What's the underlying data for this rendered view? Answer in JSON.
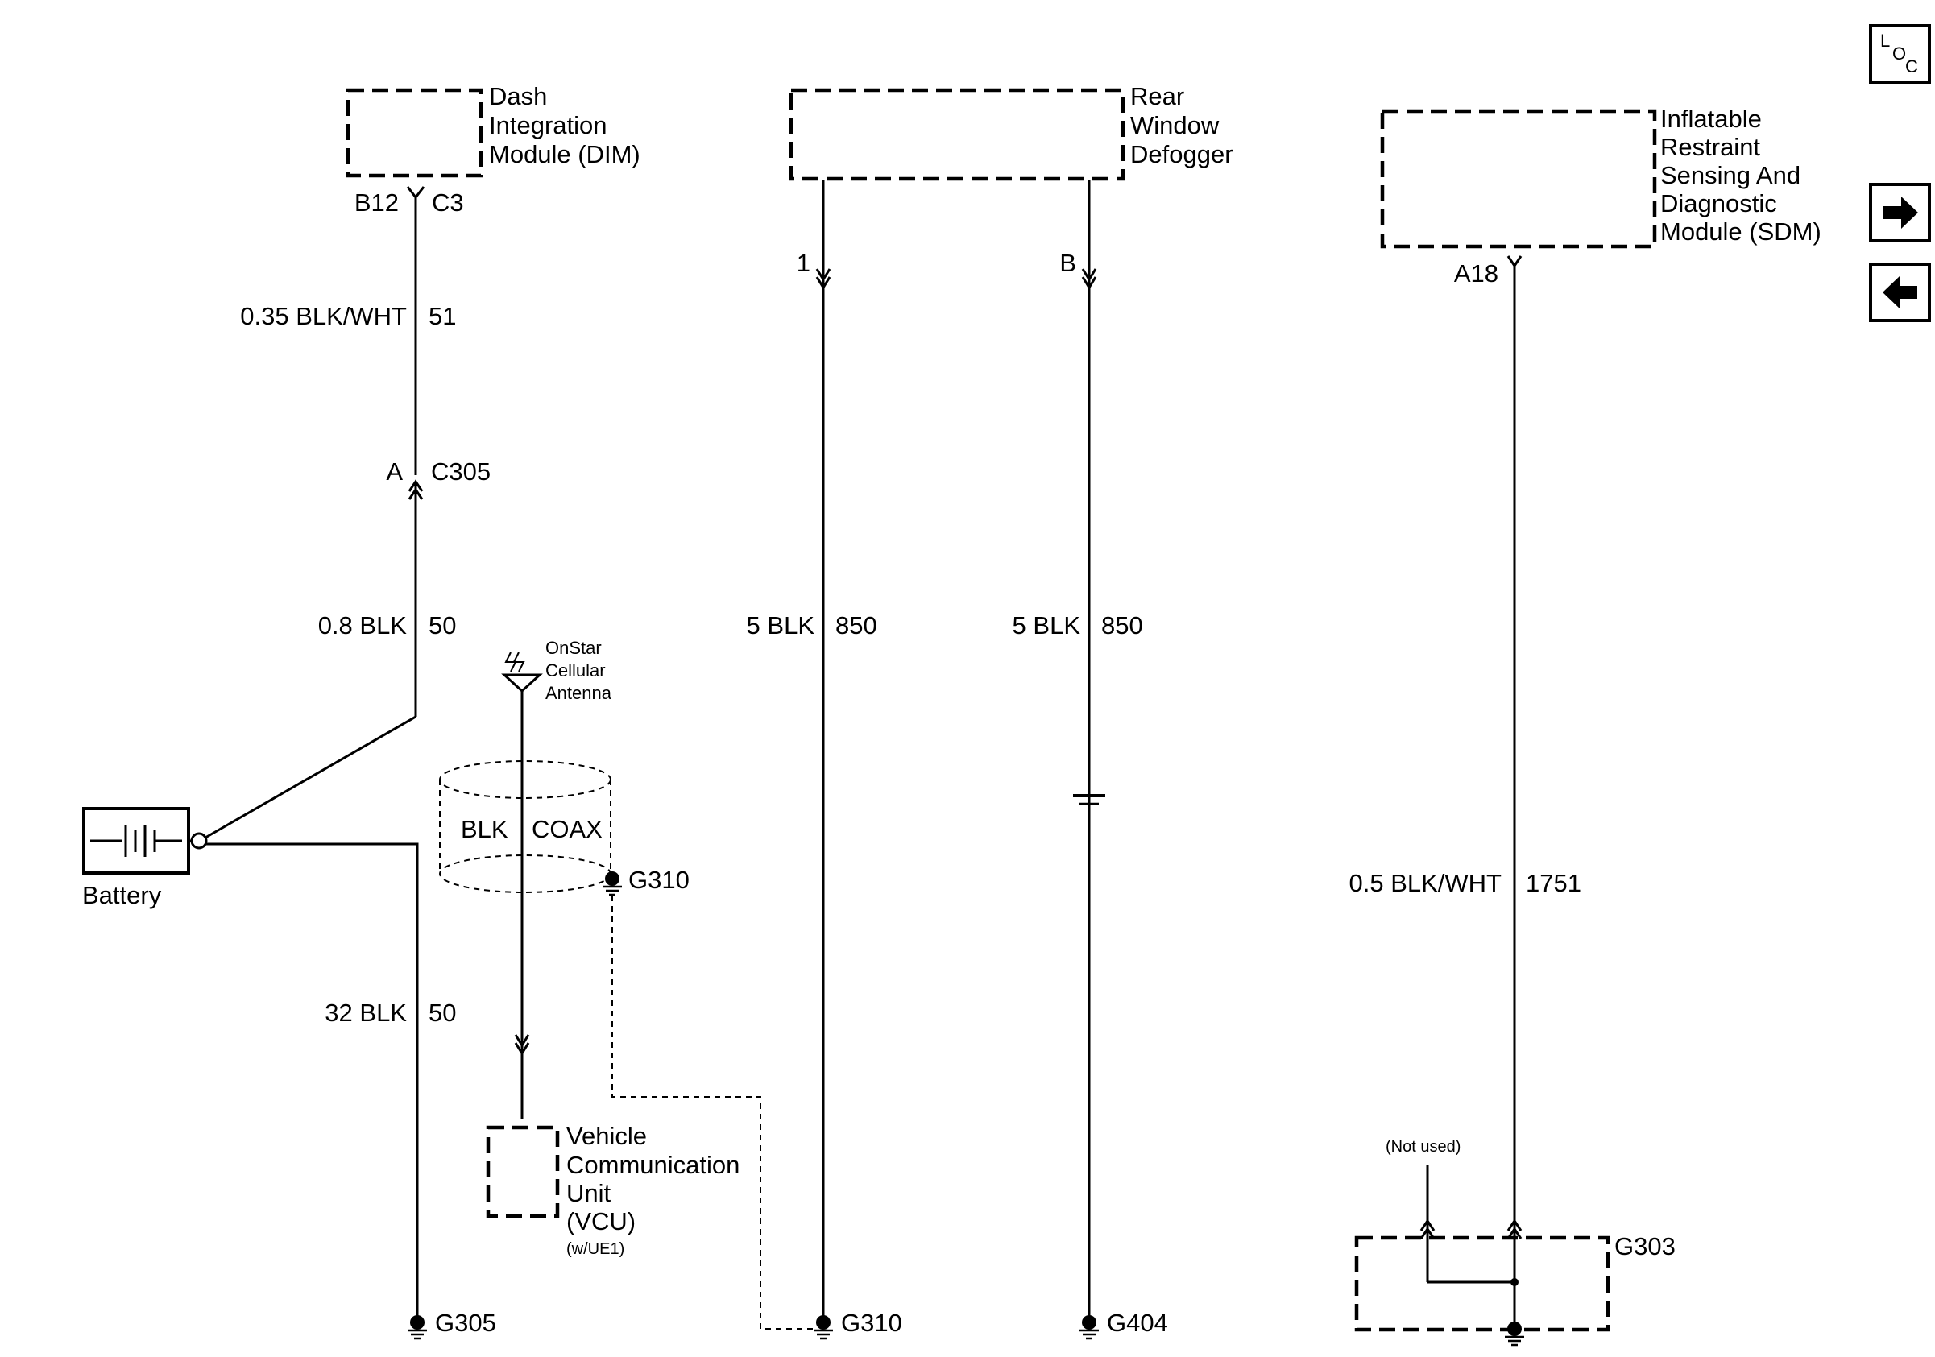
{
  "modules": {
    "dim": [
      "Dash",
      "Integration",
      "Module (DIM)"
    ],
    "rear_defogger": [
      "Rear",
      "Window",
      "Defogger"
    ],
    "sdm": [
      "Inflatable",
      "Restraint",
      "Sensing And",
      "Diagnostic",
      "Module (SDM)"
    ],
    "vcu": [
      "Vehicle",
      "Communication",
      "Unit",
      "(VCU)"
    ],
    "vcu_option": "(w/UE1)",
    "battery": "Battery",
    "antenna": [
      "OnStar",
      "Cellular",
      "Antenna"
    ],
    "not_used": "(Not used)"
  },
  "pins": {
    "dim_b12": "B12",
    "dim_c3": "C3",
    "c305_pin": "A",
    "c305": "C305",
    "defog_1": "1",
    "defog_b": "B",
    "sdm_a18": "A18"
  },
  "wires": {
    "dim_wire": "0.35 BLK/WHT",
    "dim_circuit": "51",
    "batt_upper_wire": "0.8 BLK",
    "batt_upper_circuit": "50",
    "batt_lower_wire": "32 BLK",
    "batt_lower_circuit": "50",
    "defog1_wire": "5 BLK",
    "defog1_circuit": "850",
    "defogb_wire": "5 BLK",
    "defogb_circuit": "850",
    "sdm_wire": "0.5 BLK/WHT",
    "sdm_circuit": "1751",
    "coax_blk": "BLK",
    "coax": "COAX"
  },
  "grounds": {
    "g305": "G305",
    "g310_coax": "G310",
    "g310": "G310",
    "g404": "G404",
    "g303": "G303"
  },
  "nav": {
    "loc_l": "L",
    "loc_o": "O",
    "loc_c": "C",
    "next": "next-arrow-icon",
    "prev": "prev-arrow-icon"
  }
}
